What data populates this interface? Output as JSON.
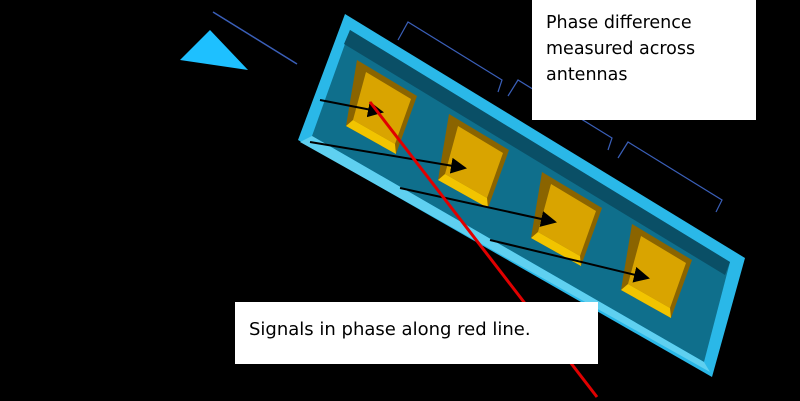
{
  "labels": {
    "phase_difference": [
      "Phase difference",
      "measured across",
      "antennas"
    ],
    "signals_in_phase": "Signals in phase along red line."
  },
  "colors": {
    "background": "#000000",
    "frame_face": "#2ab8e8",
    "frame_edge": "#6ed3f2",
    "frame_recess": "#0f6f8c",
    "patch_face": "#d9a400",
    "patch_bevel_dark": "#8a6400",
    "patch_bevel_light": "#f2c400",
    "red_line": "#e00000",
    "bracket": "#3a5fb8",
    "signal_arrow": "#000000",
    "source_wedge": "#1ec0ff"
  },
  "antenna_count": 4
}
